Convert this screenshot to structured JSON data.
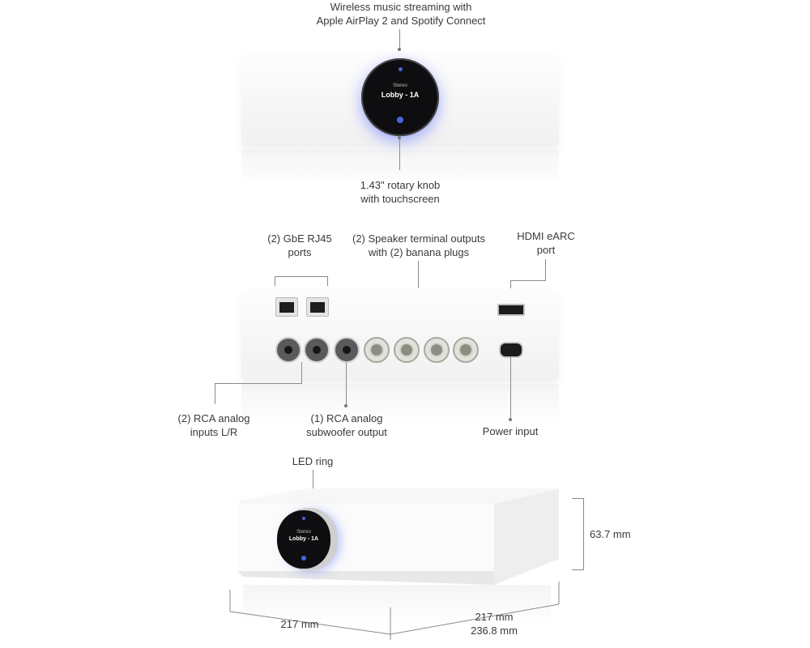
{
  "front": {
    "top_label": [
      "Wireless music streaming with",
      "Apple AirPlay 2 and Spotify Connect"
    ],
    "bottom_label": [
      "1.43\" rotary knob",
      "with touchscreen"
    ],
    "screen": {
      "tag": "Stereo",
      "name": "Lobby - 1A"
    }
  },
  "back": {
    "rj45_label": [
      "(2) GbE RJ45",
      "ports"
    ],
    "speaker_label": [
      "(2) Speaker terminal outputs",
      "with (2) banana plugs"
    ],
    "hdmi_label": [
      "HDMI eARC",
      "port"
    ],
    "rca_in_label": [
      "(2) RCA analog",
      "inputs L/R"
    ],
    "rca_sub_label": [
      "(1) RCA analog",
      "subwoofer output"
    ],
    "power_label": [
      "Power input"
    ]
  },
  "dims": {
    "led_label": "LED ring",
    "height": "63.7 mm",
    "width": "217 mm",
    "depth": "217 mm",
    "depth_total": "236.8 mm",
    "screen": {
      "tag": "Stereo",
      "name": "Lobby - 1A"
    }
  },
  "colors": {
    "accent_glow": "#5a6eff",
    "line": "#8a8a8a"
  }
}
